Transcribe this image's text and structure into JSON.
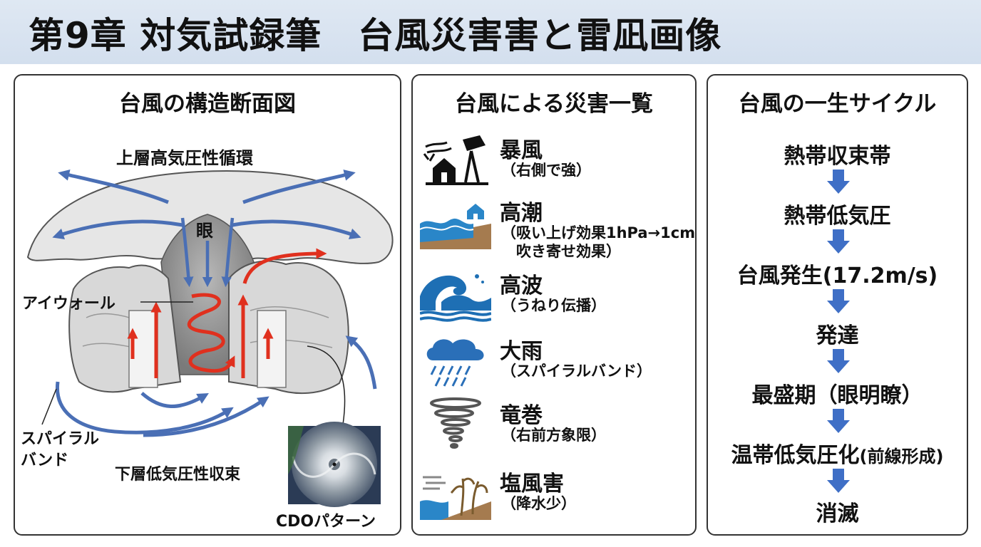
{
  "title": "第9章  対気試録筆　台風災害害と雷凪画像",
  "panels": {
    "structure": {
      "title": "台風の構造断面図",
      "labels": {
        "upper": "上層高気圧性循環",
        "eye": "眼",
        "eyewall": "アイウォール",
        "spiral1": "スパイラル",
        "spiral2": "バンド",
        "lower": "下層低気圧性収束",
        "cdo": "CDOパターン"
      }
    },
    "disasters": {
      "title": "台風による災害一覧",
      "items": [
        {
          "name": "暴風",
          "sub": [
            "（右側で強）"
          ],
          "icon": "windstorm-icon"
        },
        {
          "name": "高潮",
          "sub": [
            "（吸い上げ効果1hPa→1cm,",
            "　吹き寄せ効果）"
          ],
          "icon": "storm-surge-icon"
        },
        {
          "name": "高波",
          "sub": [
            "（うねり伝播）"
          ],
          "icon": "high-wave-icon"
        },
        {
          "name": "大雨",
          "sub": [
            "（スパイラルバンド）"
          ],
          "icon": "heavy-rain-icon"
        },
        {
          "name": "竜巻",
          "sub": [
            "（右前方象限）"
          ],
          "icon": "tornado-icon"
        },
        {
          "name": "塩風害",
          "sub": [
            "（降水少）"
          ],
          "icon": "salt-damage-icon"
        }
      ]
    },
    "lifecycle": {
      "title": "台風の一生サイクル",
      "stages": [
        {
          "main": "熱帯収束帯",
          "small": ""
        },
        {
          "main": "熱帯低気圧",
          "small": ""
        },
        {
          "main": "台風発生(17.2m/s)",
          "small": ""
        },
        {
          "main": "発達",
          "small": ""
        },
        {
          "main": "最盛期（眼明瞭）",
          "small": ""
        },
        {
          "main": "温帯低気圧化",
          "small": "(前線形成)"
        },
        {
          "main": "消滅",
          "small": ""
        }
      ]
    }
  },
  "colors": {
    "blue_arrow": "#4a6fb5",
    "red_arrow": "#e0301e",
    "cloud": "#e6e6e6",
    "title_bg": "#d9e4f1",
    "flow_arrow": "#3f6fc6"
  }
}
